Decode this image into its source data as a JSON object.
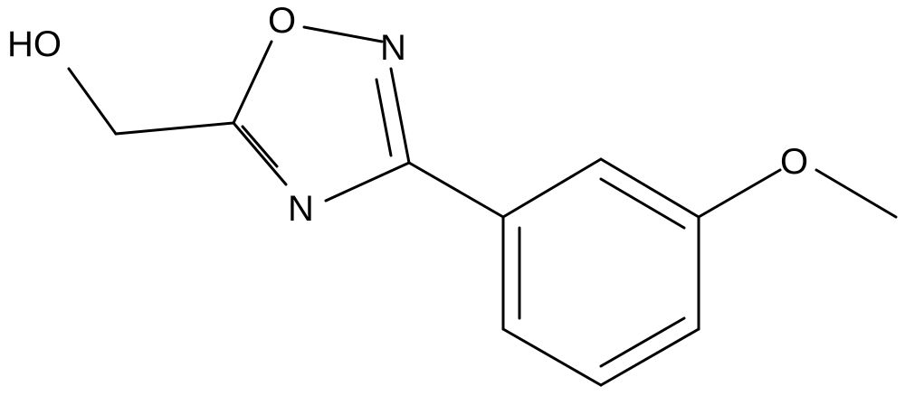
{
  "molecule": {
    "atoms": {
      "hydroxyl": "HO",
      "ring_oxygen": "O",
      "ring_nitrogen_2": "N",
      "ring_nitrogen_4": "N",
      "methoxy_oxygen": "O"
    }
  }
}
